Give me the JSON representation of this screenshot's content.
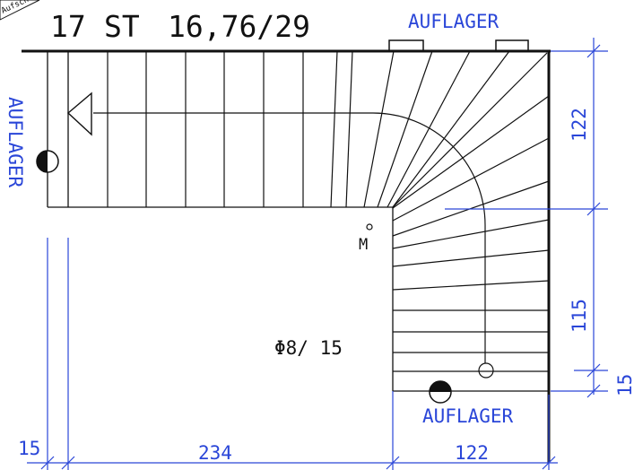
{
  "title": {
    "steps": "17",
    "unit": "ST",
    "rise_run": "16,76/29"
  },
  "corner_stamp": "Aufsch",
  "labels": {
    "auflager_top": "AUFLAGER",
    "auflager_left": "AUFLAGER",
    "auflager_bottom": "AUFLAGER",
    "center_mark": "M",
    "handrail_spec": "Φ8/ 15"
  },
  "dimensions": {
    "right_upper": "122",
    "right_middle": "115",
    "right_lower": "15",
    "bottom_left": "15",
    "bottom_middle": "234",
    "bottom_right": "122"
  },
  "colors": {
    "ink": "#111111",
    "dimension": "#2a46d8"
  },
  "icons": {
    "direction_arrow": "walk-direction-arrow-icon",
    "support_symbols": "half-filled-circle-icon",
    "end_marker": "circle-icon"
  }
}
